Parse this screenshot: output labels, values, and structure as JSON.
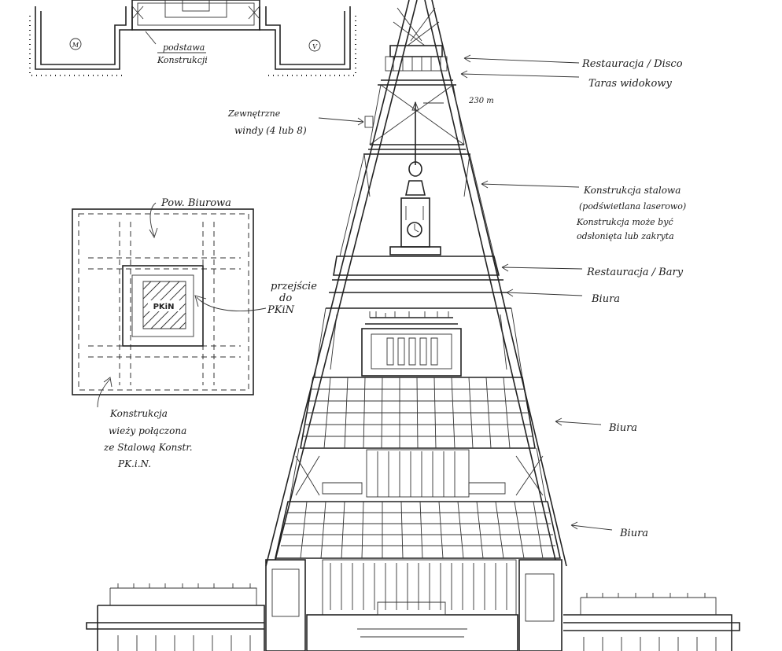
{
  "plan": {
    "base_label_1": "podstawa",
    "base_label_2": "Konstrukcji",
    "marker_left": "M",
    "marker_right": "V"
  },
  "inset": {
    "office_label": "Pow. Biurowa",
    "pkin_label": "PKiN",
    "passage_label_1": "przejście",
    "passage_label_2": "do",
    "passage_label_3": "PKiN",
    "structure_note": [
      "Konstrukcja",
      "wieży połączona",
      "ze Stalową Konstr.",
      "PK.i.N."
    ]
  },
  "annotations": {
    "restaurant_disco": "Restauracja / Disco",
    "terrace": "Taras widokowy",
    "height": "230 m",
    "elevators": [
      "Zewnętrzne",
      "windy (4 lub 8)"
    ],
    "steel_structure": [
      "Konstrukcja stalowa",
      "(podświetlana laserowo)",
      "Konstrukcja może być",
      "odsłonięta lub zakryta"
    ],
    "restaurants_bars": "Restauracja / Bary",
    "offices_1": "Biura",
    "offices_2": "Biura",
    "offices_3": "Biura"
  },
  "colors": {
    "ink": "#222222",
    "paper": "#ffffff",
    "hatch": "#555555"
  }
}
